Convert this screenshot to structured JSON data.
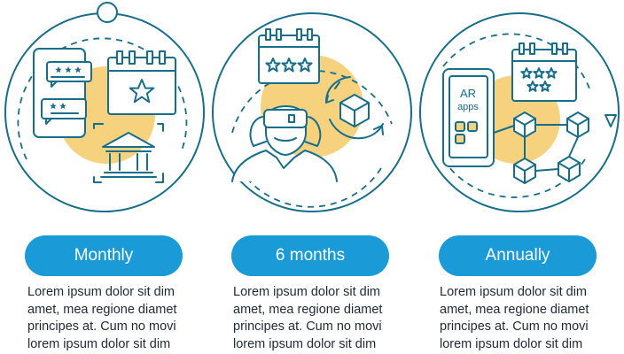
{
  "colors": {
    "stroke": "#176e8a",
    "accent_blob": "#f6d27e",
    "pill": "#1a9ad6",
    "text": "#1f2a33"
  },
  "steps": [
    {
      "label": "Monthly",
      "icons": [
        "smartphone-reviews-icon",
        "calendar-star-icon",
        "bank-building-icon"
      ],
      "description": [
        "Lorem ipsum dolor sit dim",
        "amet, mea regione diamet",
        "principes at. Cum no movi",
        "lorem ipsum dolor sit dim"
      ]
    },
    {
      "label": "6 months",
      "icons": [
        "calendar-rating-icon",
        "vr-headset-user-icon",
        "rotating-cube-icon"
      ],
      "description": [
        "Lorem ipsum dolor sit dim",
        "amet, mea regione diamet",
        "principes at. Cum no movi",
        "lorem ipsum dolor sit dim"
      ]
    },
    {
      "label": "Annually",
      "icons": [
        "ar-apps-phone-icon",
        "calendar-rating-icon",
        "cube-network-icon"
      ],
      "description": [
        "Lorem ipsum dolor sit dim",
        "amet, mea regione diamet",
        "principes at. Cum no movi",
        "lorem ipsum dolor sit dim"
      ]
    }
  ],
  "phone_screen_text": {
    "line1": "AR",
    "line2": "apps"
  }
}
